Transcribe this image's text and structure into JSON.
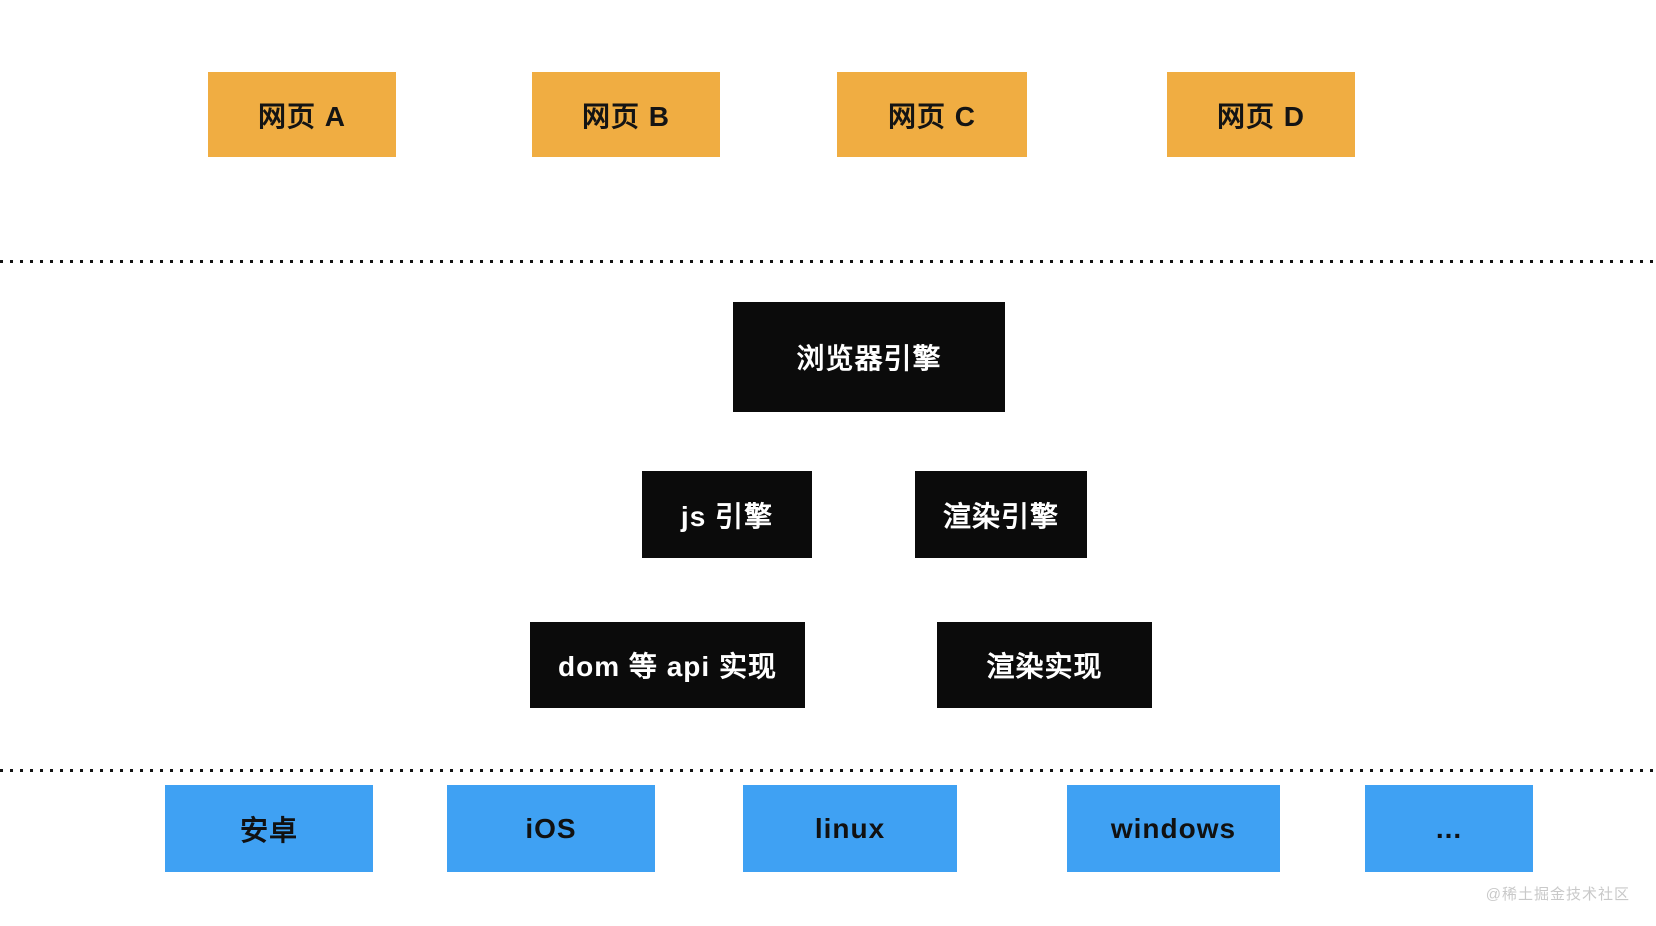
{
  "page": {
    "background": "#ffffff",
    "type": "browser-architecture-diagram"
  },
  "colors": {
    "webpage_box": "#F0AD42",
    "engine_box": "#0B0B0B",
    "platform_box": "#3FA1F3",
    "dotted_line": "#141414",
    "webpage_text": "#141414",
    "engine_text": "#FFFFFF",
    "platform_text": "#111111",
    "watermark_text": "#C9C9C9"
  },
  "diagram": {
    "web_pages": [
      {
        "label": "网页 A"
      },
      {
        "label": "网页 B"
      },
      {
        "label": "网页 C"
      },
      {
        "label": "网页 D"
      }
    ],
    "browser_engine": {
      "label": "浏览器引擎"
    },
    "engines": [
      {
        "label": "js 引擎"
      },
      {
        "label": "渲染引擎"
      }
    ],
    "implementations": [
      {
        "label": "dom 等 api 实现"
      },
      {
        "label": "渲染实现"
      }
    ],
    "platforms": [
      {
        "label": "安卓"
      },
      {
        "label": "iOS"
      },
      {
        "label": "linux"
      },
      {
        "label": "windows"
      },
      {
        "label": "..."
      }
    ]
  },
  "watermark": {
    "text": "@稀土掘金技术社区"
  }
}
